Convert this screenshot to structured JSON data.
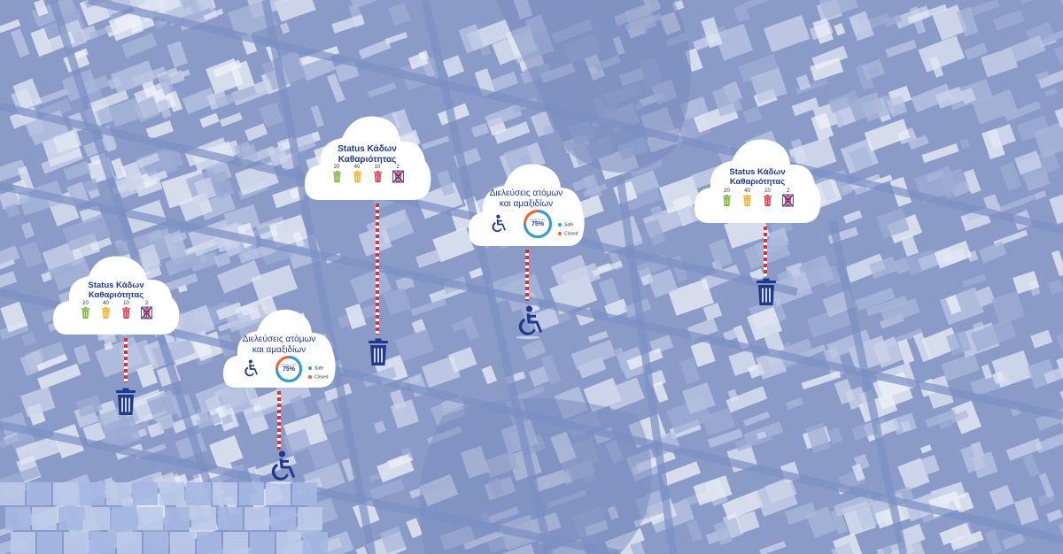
{
  "colors": {
    "navy": "#1f3a8c",
    "bin_green": "#7cb342",
    "bin_yellow": "#f6b021",
    "bin_red": "#e53950",
    "bin_full_cross": "#e53950",
    "dash_red": "#d8303c",
    "safe": "#2e9fd6",
    "closed": "#f0622b",
    "map_tint": "#7f93c6"
  },
  "bin_status": {
    "title_line1": "Status Κάδων",
    "title_line2": "Καθαριότητας",
    "bins": [
      {
        "count": "20",
        "icon": "bin-green-icon"
      },
      {
        "count": "40",
        "icon": "bin-yellow-icon"
      },
      {
        "count": "10",
        "icon": "bin-red-icon"
      },
      {
        "count": "2",
        "icon": "bin-crossed-icon"
      }
    ]
  },
  "crossings": {
    "title_line1": "Διελεύσεις ατόμων",
    "title_line2": "και αμαξιδίων",
    "gauge_caption": "Quality Index",
    "gauge_percent": "75%",
    "gauge_value": 0.75,
    "legend_safe": "Safe",
    "legend_closed": "Closed"
  }
}
